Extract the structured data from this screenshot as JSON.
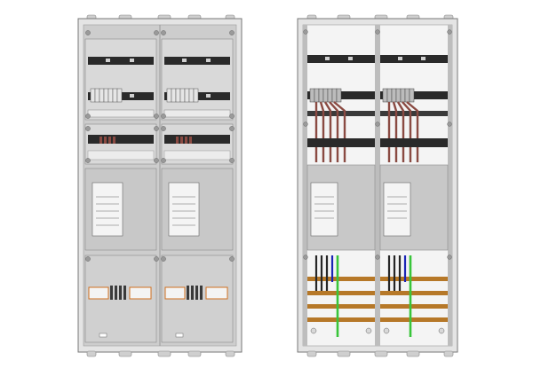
{
  "drawing": {
    "views": [
      {
        "id": "front",
        "description_visible": false
      },
      {
        "id": "interior",
        "description_visible": false
      }
    ],
    "front_view": {
      "columns": 2,
      "sections": [
        "meter-rail-section",
        "terminal-rail-section",
        "meter-panel-section",
        "connection-section"
      ]
    },
    "interior_view": {
      "columns": 2,
      "sections": [
        "mounting-rail-section",
        "busbar-section",
        "meter-panel-section",
        "terminal-section"
      ]
    },
    "colors": {
      "frame": "#d4d4d4",
      "frame_edge": "#777777",
      "panel": "#c4c4c4",
      "panel_light": "#e8e8e8",
      "rail": "#262626",
      "wire_brown": "#8a4a42",
      "wire_blue": "#1a24b4",
      "wire_green": "#39c53a",
      "busbar": "#b67828",
      "white": "#ffffff"
    }
  }
}
